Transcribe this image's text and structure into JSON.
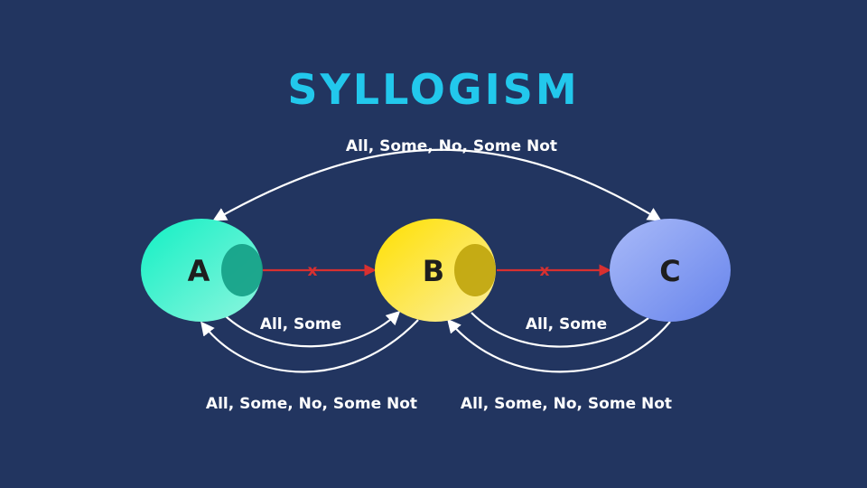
{
  "title": "SYLLOGISM",
  "nodes": {
    "a": "A",
    "b": "B",
    "c": "C"
  },
  "labels": {
    "top": "All, Some, No, Some Not",
    "ab_inner": "All, Some",
    "bc_inner": "All, Some",
    "ab_outer": "All, Some, No, Some Not",
    "bc_outer": "All, Some, No, Some Not"
  },
  "marks": {
    "ab_cross": "x",
    "bc_cross": "x"
  },
  "colors": {
    "background": "#223560",
    "title": "#22c8ec",
    "node_a": "#18e8c0",
    "node_b": "#f8e040",
    "node_c": "#7f98f2",
    "arrow": "#d83030",
    "curve": "#ffffff"
  }
}
